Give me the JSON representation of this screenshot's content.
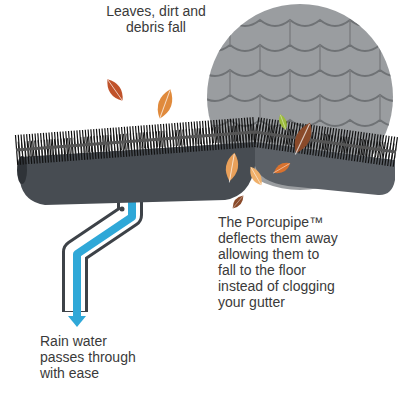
{
  "diagram": {
    "labels": [
      "Leaves, dirt and debris fall",
      "The Porcupipe™ deflects them away allowing them to fall to the floor instead of clogging your gutter",
      "Rain water passes through with ease"
    ]
  }
}
